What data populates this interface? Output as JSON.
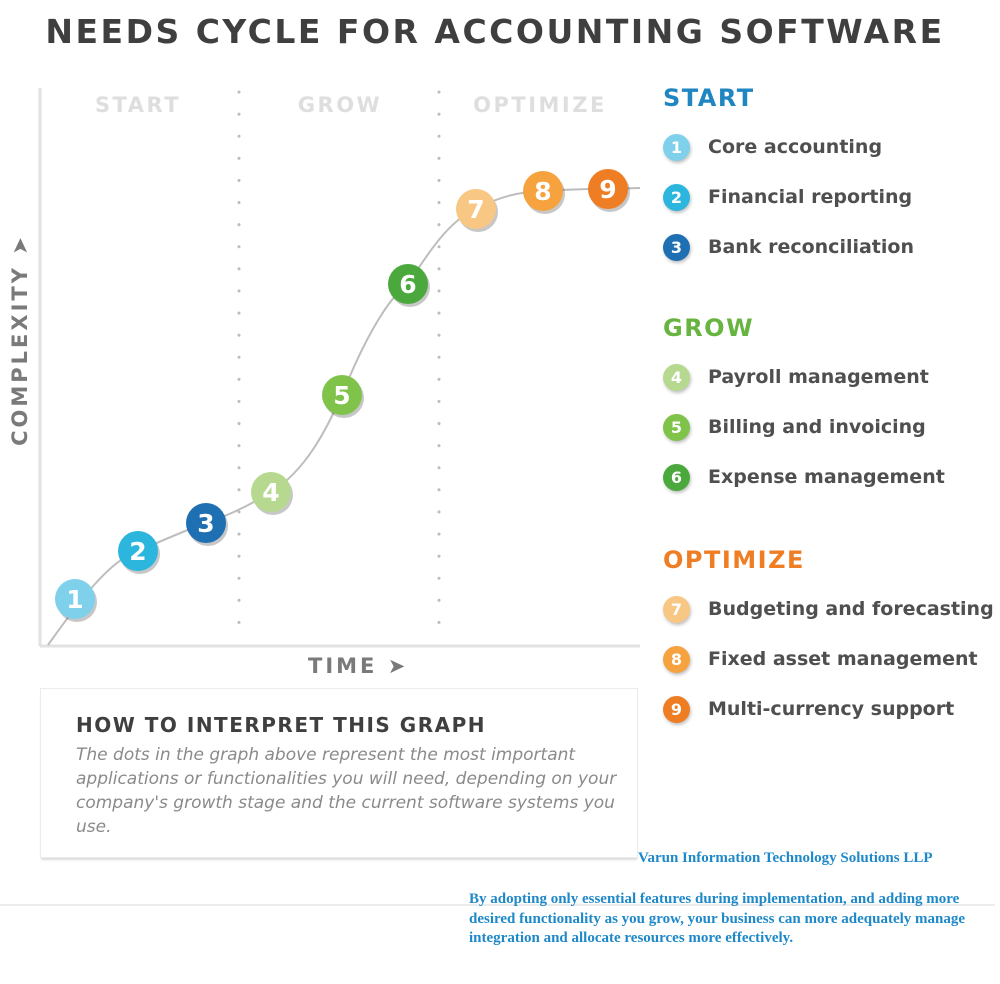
{
  "title": "NEEDS CYCLE FOR ACCOUNTING SOFTWARE",
  "colors": {
    "start": "#1f86c1",
    "grow": "#67b441",
    "optimize": "#ef7d23",
    "badges": [
      "#7fd0ea",
      "#2cb6de",
      "#1f6fb3",
      "#b7d98f",
      "#7fc34a",
      "#4aa83c",
      "#f9c784",
      "#f5a23f",
      "#ef7d23"
    ]
  },
  "chart": {
    "phases": [
      "START",
      "GROW",
      "OPTIMIZE"
    ],
    "y_axis_label": "COMPLEXITY",
    "x_axis_label": "TIME",
    "points": [
      "1",
      "2",
      "3",
      "4",
      "5",
      "6",
      "7",
      "8",
      "9"
    ]
  },
  "legend": [
    {
      "title": "START",
      "items": [
        {
          "num": "1",
          "label": "Core accounting"
        },
        {
          "num": "2",
          "label": "Financial reporting"
        },
        {
          "num": "3",
          "label": "Bank reconciliation"
        }
      ]
    },
    {
      "title": "GROW",
      "items": [
        {
          "num": "4",
          "label": "Payroll management"
        },
        {
          "num": "5",
          "label": "Billing and invoicing"
        },
        {
          "num": "6",
          "label": "Expense management"
        }
      ]
    },
    {
      "title": "OPTIMIZE",
      "items": [
        {
          "num": "7",
          "label": "Budgeting and forecasting"
        },
        {
          "num": "8",
          "label": "Fixed asset management"
        },
        {
          "num": "9",
          "label": "Multi-currency support"
        }
      ]
    }
  ],
  "info": {
    "heading": "HOW TO INTERPRET THIS GRAPH",
    "body": "The dots in the graph above represent the most important applications or functionalities you will need, depending on your company's growth stage and the current software systems you use."
  },
  "footer": {
    "company": "Varun Information Technology Solutions LLP",
    "note": "By adopting only essential features during implementation, and adding more desired functionality as you grow, your business can more adequately manage integration and allocate resources more effectively."
  }
}
